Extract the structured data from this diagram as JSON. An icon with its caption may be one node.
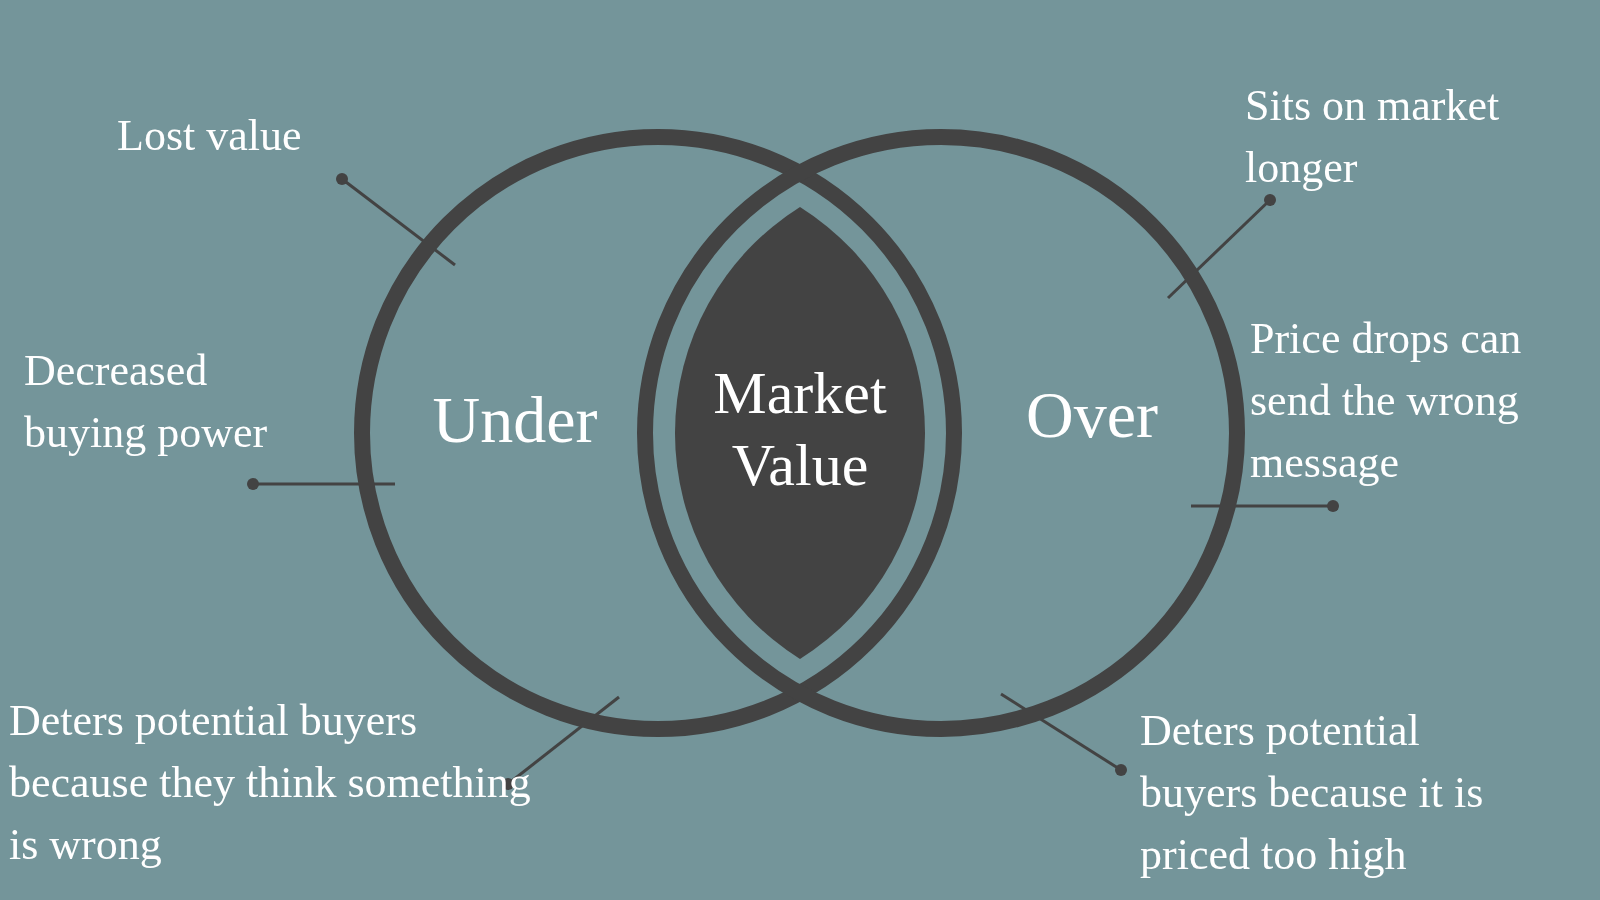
{
  "diagram": {
    "nodes": [
      {
        "text": [
          "Under"
        ]
      },
      {
        "text": [
          "Over"
        ]
      },
      {
        "text": [
          "Market Value"
        ]
      },
      {
        "text": [
          "Lost value"
        ]
      },
      {
        "text": [
          "Decreased buying power"
        ]
      },
      {
        "text": [
          "Deters potential buyers because they think something is wrong"
        ]
      },
      {
        "text": [
          "Sits on market longer"
        ]
      },
      {
        "text": [
          "Price drops can send the wrong message"
        ]
      },
      {
        "text": [
          "Deters potential buyers because it is priced too high"
        ]
      }
    ],
    "edges": [
      {
        "from": 3,
        "to": 0,
        "arrow": "other"
      },
      {
        "from": 4,
        "to": 0,
        "arrow": "other"
      },
      {
        "from": 5,
        "to": 0,
        "arrow": "other"
      },
      {
        "from": 6,
        "to": 1,
        "arrow": "other"
      },
      {
        "from": 7,
        "to": 1,
        "arrow": "other"
      },
      {
        "from": 8,
        "to": 1,
        "arrow": "other"
      }
    ]
  }
}
